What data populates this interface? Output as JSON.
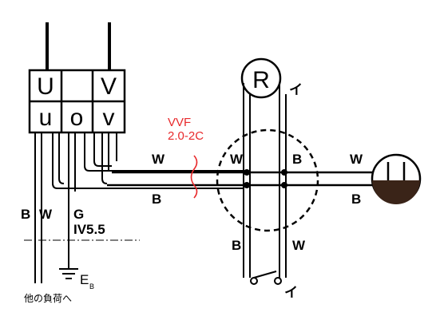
{
  "transformer": {
    "top": [
      "U",
      "",
      "V"
    ],
    "bottom": [
      "u",
      "o",
      "v"
    ]
  },
  "lamp_label": "R",
  "lamp_mark": "イ",
  "switch_mark": "イ",
  "cable_label_1": "VVF",
  "cable_label_2": "2.0-2C",
  "wire_labels": {
    "upper_left": "W",
    "lower_left": "B",
    "box_upper_left": "W",
    "box_upper_right": "B",
    "outlet_upper": "W",
    "outlet_lower": "B",
    "switch_left": "B",
    "switch_right": "W",
    "feed_b": "B",
    "feed_w": "W",
    "ground_g": "G",
    "ground_iv": "IV5.5"
  },
  "ground_label": "E",
  "ground_sub": "B",
  "other_loads": "他の負荷へ",
  "colors": {
    "line": "#000000",
    "annotation": "#e8292b"
  }
}
